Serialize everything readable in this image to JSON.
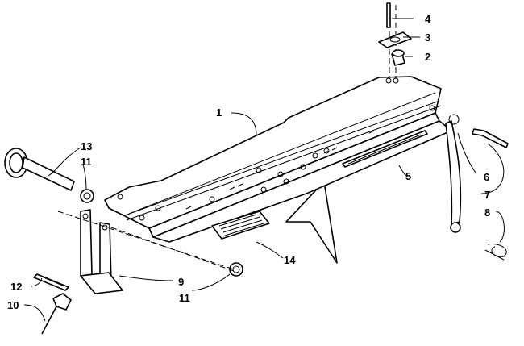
{
  "callouts": {
    "c1": "1",
    "c2": "2",
    "c3": "3",
    "c4": "4",
    "c5": "5",
    "c6": "6",
    "c7": "7",
    "c8": "8",
    "c9": "9",
    "c10": "10",
    "c11a": "11",
    "c11b": "11",
    "c12": "12",
    "c13": "13",
    "c14": "14"
  }
}
